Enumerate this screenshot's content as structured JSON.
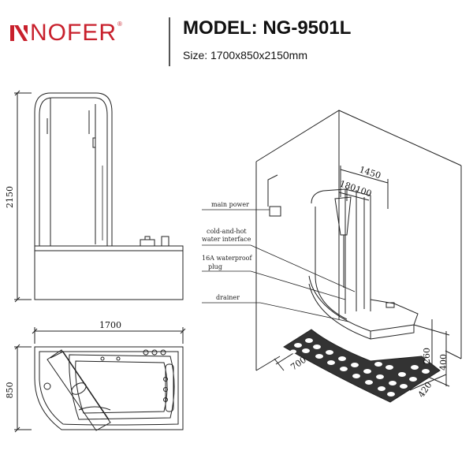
{
  "brand": {
    "name": "NOFER",
    "registered": "®",
    "color": "#c8202c"
  },
  "header": {
    "model": "MODEL: NG-9501L",
    "size": "Size: 1700x850x2150mm"
  },
  "front_view": {
    "height_dim": "2150"
  },
  "top_view": {
    "width_dim": "1700",
    "depth_dim": "850"
  },
  "labels": {
    "main_power": "main power",
    "cold_hot_line1": "cold-and-hot",
    "cold_hot_line2": "water interface",
    "waterproof_line1": "16A waterproof",
    "waterproof_line2": "plug",
    "drainer": "drainer"
  },
  "iso_dims": {
    "top": "1450",
    "d180": "180",
    "d100": "100",
    "d700": "700",
    "d260": "260",
    "d400": "400",
    "d420": "420"
  }
}
